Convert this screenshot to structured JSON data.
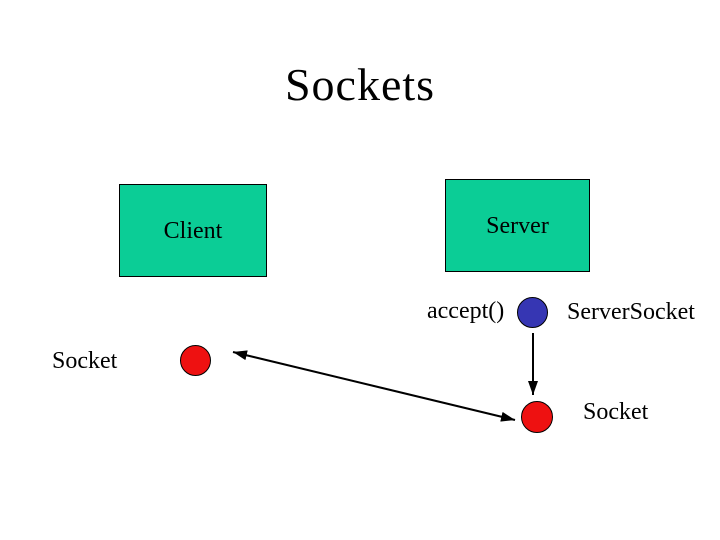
{
  "slide": {
    "title": "Sockets"
  },
  "client": {
    "label": "Client"
  },
  "server": {
    "label": "Server"
  },
  "labels": {
    "accept": "accept()",
    "server_socket": "ServerSocket",
    "client_socket": "Socket",
    "accepted_socket": "Socket"
  },
  "colors": {
    "box_fill": "#0BCD96",
    "box_border": "#000000",
    "socket_red": "#EE1111",
    "server_socket_blue": "#3636B3",
    "arrow": "#000000",
    "text": "#000000"
  }
}
